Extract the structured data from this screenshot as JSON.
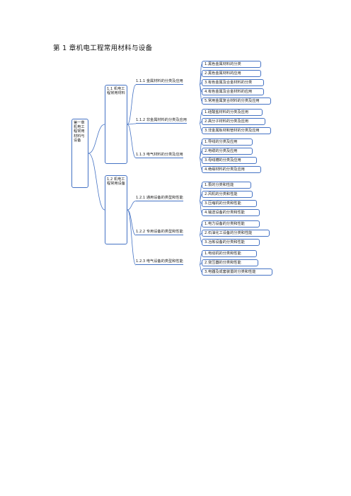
{
  "title": "第 1 章机电工程常用材料与设备",
  "mindmap": {
    "root": "第一章机电工程常用材料与设备",
    "sections": [
      {
        "label": "1.1 机电工程常用材料",
        "topics": [
          {
            "label": "1.1.1 金属材料的分类及应用",
            "items": [
              "1.黑色金属材料的分类",
              "2.黑色金属材料的应用",
              "3.有色金属及合金材料的分类",
              "4.有色金属及合金材料的应用",
              "5.常用金属复合材料的分类及应用"
            ]
          },
          {
            "label": "1.1.2 非金属材料的分类及应用",
            "items": [
              "1.硅酸盐材料的分类及应用",
              "2.高分子材料的分类及应用",
              "3.非金属板材和管材的分类及应用"
            ]
          },
          {
            "label": "1.1.3 电气材料的分类及应用",
            "items": [
              "1.导线的分类及应用",
              "2.电缆的分类及应用",
              "3.母线槽的分类及应用",
              "4.绝缘材料的分类及应用"
            ]
          }
        ]
      },
      {
        "label": "1.2 机电工程常用设备",
        "topics": [
          {
            "label": "1.2.1 通用设备的类型和性能",
            "items": [
              "1.泵的分类和性能",
              "2.风机的分类和性能",
              "3.压缩机的分类和性能",
              "4.输送设备的分类和性能"
            ]
          },
          {
            "label": "1.2.2 专用设备的类型和性能",
            "items": [
              "1.电力设备的分类和性能",
              "2.石油化工设备的分类和性能",
              "3.冶炼设备的分类和性能"
            ]
          },
          {
            "label": "1.2.3 电气设备的类型和性能",
            "items": [
              "1.电动机的分类和性能",
              "2.变压器的分类和性能",
              "3.电器及成套装置的分类和性能"
            ]
          }
        ]
      }
    ]
  }
}
